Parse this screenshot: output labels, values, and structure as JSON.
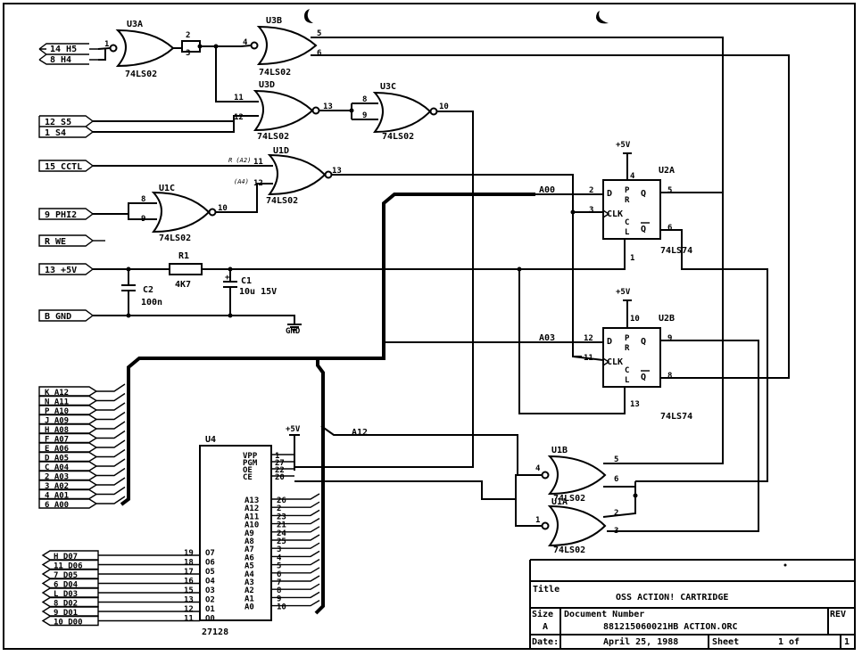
{
  "connectors": {
    "c14": "14 H5",
    "c8": "8 H4",
    "c12": "12 S5",
    "c1": "1 S4",
    "c15": "15 CCTL",
    "c9": "9 PHI2",
    "cR": "R WE",
    "c13": "13 +5V",
    "cB": "B GND"
  },
  "addr_connectors": [
    "K A12",
    "N A11",
    "P A10",
    "J A09",
    "H A08",
    "F A07",
    "E A06",
    "D A05",
    "C A04",
    "2 A03",
    "3 A02",
    "4 A01",
    "6 A00"
  ],
  "data_connectors": [
    "H D07",
    "11 D06",
    "7 D05",
    "6 D04",
    "L D03",
    "8 D02",
    "9 D01",
    "10 D00"
  ],
  "gates": {
    "u3a": "U3A",
    "u3b": "U3B",
    "u3c": "U3C",
    "u3d": "U3D",
    "u1a": "U1A",
    "u1b": "U1B",
    "u1c": "U1C",
    "u1d": "U1D",
    "part": "74LS02"
  },
  "flipflops": {
    "u2a": "U2A",
    "u2b": "U2B",
    "part": "74LS74",
    "d": "D",
    "pr": "P R",
    "clk": "CLK",
    "cl": "C L",
    "q": "Q",
    "qbar": "Q",
    "vcc": "+5V"
  },
  "pins": {
    "u3a_in": "1",
    "u3a_o1": "2",
    "u3a_o2": "3",
    "u3b_in": "4",
    "u3b_o1": "5",
    "u3b_o2": "6",
    "u3d_in1": "11",
    "u3d_in2": "12",
    "u3d_out": "13",
    "u3c_in1": "8",
    "u3c_in2": "9",
    "u3c_out": "10",
    "u1d_in1": "11",
    "u1d_in2": "12",
    "u1d_out": "13",
    "u1c_in1": "8",
    "u1c_in2": "9",
    "u1c_out": "10",
    "u2a_d": "2",
    "u2a_clk": "3",
    "u2a_pr": "4",
    "u2a_q": "5",
    "u2a_qb": "6",
    "u2a_cl": "1",
    "u2b_d": "12",
    "u2b_clk": "11",
    "u2b_pr": "10",
    "u2b_q": "9",
    "u2b_qb": "8",
    "u2b_cl": "13",
    "u1b_in": "4",
    "u1b_o1": "5",
    "u1b_o2": "6",
    "u1a_in": "1",
    "u1a_o1": "2",
    "u1a_o2": "3"
  },
  "annotations": {
    "a2": "R (A2)",
    "a4": "(A4)"
  },
  "nets": {
    "a00": "A00",
    "a03": "A03",
    "a12": "A12"
  },
  "passives": {
    "r1": "R1",
    "r1_val": "4K7",
    "c1": "C1",
    "c1_val": "10u 15V",
    "c2": "C2",
    "c2_val": "100n",
    "gnd": "GND",
    "vcc": "+5V"
  },
  "eprom": {
    "ref": "U4",
    "part": "27128",
    "ctrl_pins": [
      {
        "name": "VPP",
        "pin": "1"
      },
      {
        "name": "PGM",
        "pin": "27"
      },
      {
        "name": "OE",
        "pin": "22"
      },
      {
        "name": "CE",
        "pin": "20"
      }
    ],
    "addr_pins": [
      {
        "name": "A13",
        "pin": "26"
      },
      {
        "name": "A12",
        "pin": "2"
      },
      {
        "name": "A11",
        "pin": "23"
      },
      {
        "name": "A10",
        "pin": "21"
      },
      {
        "name": "A9",
        "pin": "24"
      },
      {
        "name": "A8",
        "pin": "25"
      },
      {
        "name": "A7",
        "pin": "3"
      },
      {
        "name": "A6",
        "pin": "4"
      },
      {
        "name": "A5",
        "pin": "5"
      },
      {
        "name": "A4",
        "pin": "6"
      },
      {
        "name": "A3",
        "pin": "7"
      },
      {
        "name": "A2",
        "pin": "8"
      },
      {
        "name": "A1",
        "pin": "9"
      },
      {
        "name": "A0",
        "pin": "10"
      }
    ],
    "data_pins": [
      {
        "name": "O7",
        "pin": "19"
      },
      {
        "name": "O6",
        "pin": "18"
      },
      {
        "name": "O5",
        "pin": "17"
      },
      {
        "name": "O4",
        "pin": "16"
      },
      {
        "name": "O3",
        "pin": "15"
      },
      {
        "name": "O2",
        "pin": "13"
      },
      {
        "name": "O1",
        "pin": "12"
      },
      {
        "name": "O0",
        "pin": "11"
      }
    ]
  },
  "title_block": {
    "title_label": "Title",
    "title": "OSS ACTION! CARTRIDGE",
    "size_label": "Size",
    "size": "A",
    "docnum_label": "Document Number",
    "docnum": "881215060021HB ACTION.ORC",
    "rev_label": "REV",
    "date_label": "Date:",
    "date": "April 25, 1988",
    "sheet_label": "Sheet",
    "sheet_of": "1 of",
    "sheet_total": "1"
  }
}
